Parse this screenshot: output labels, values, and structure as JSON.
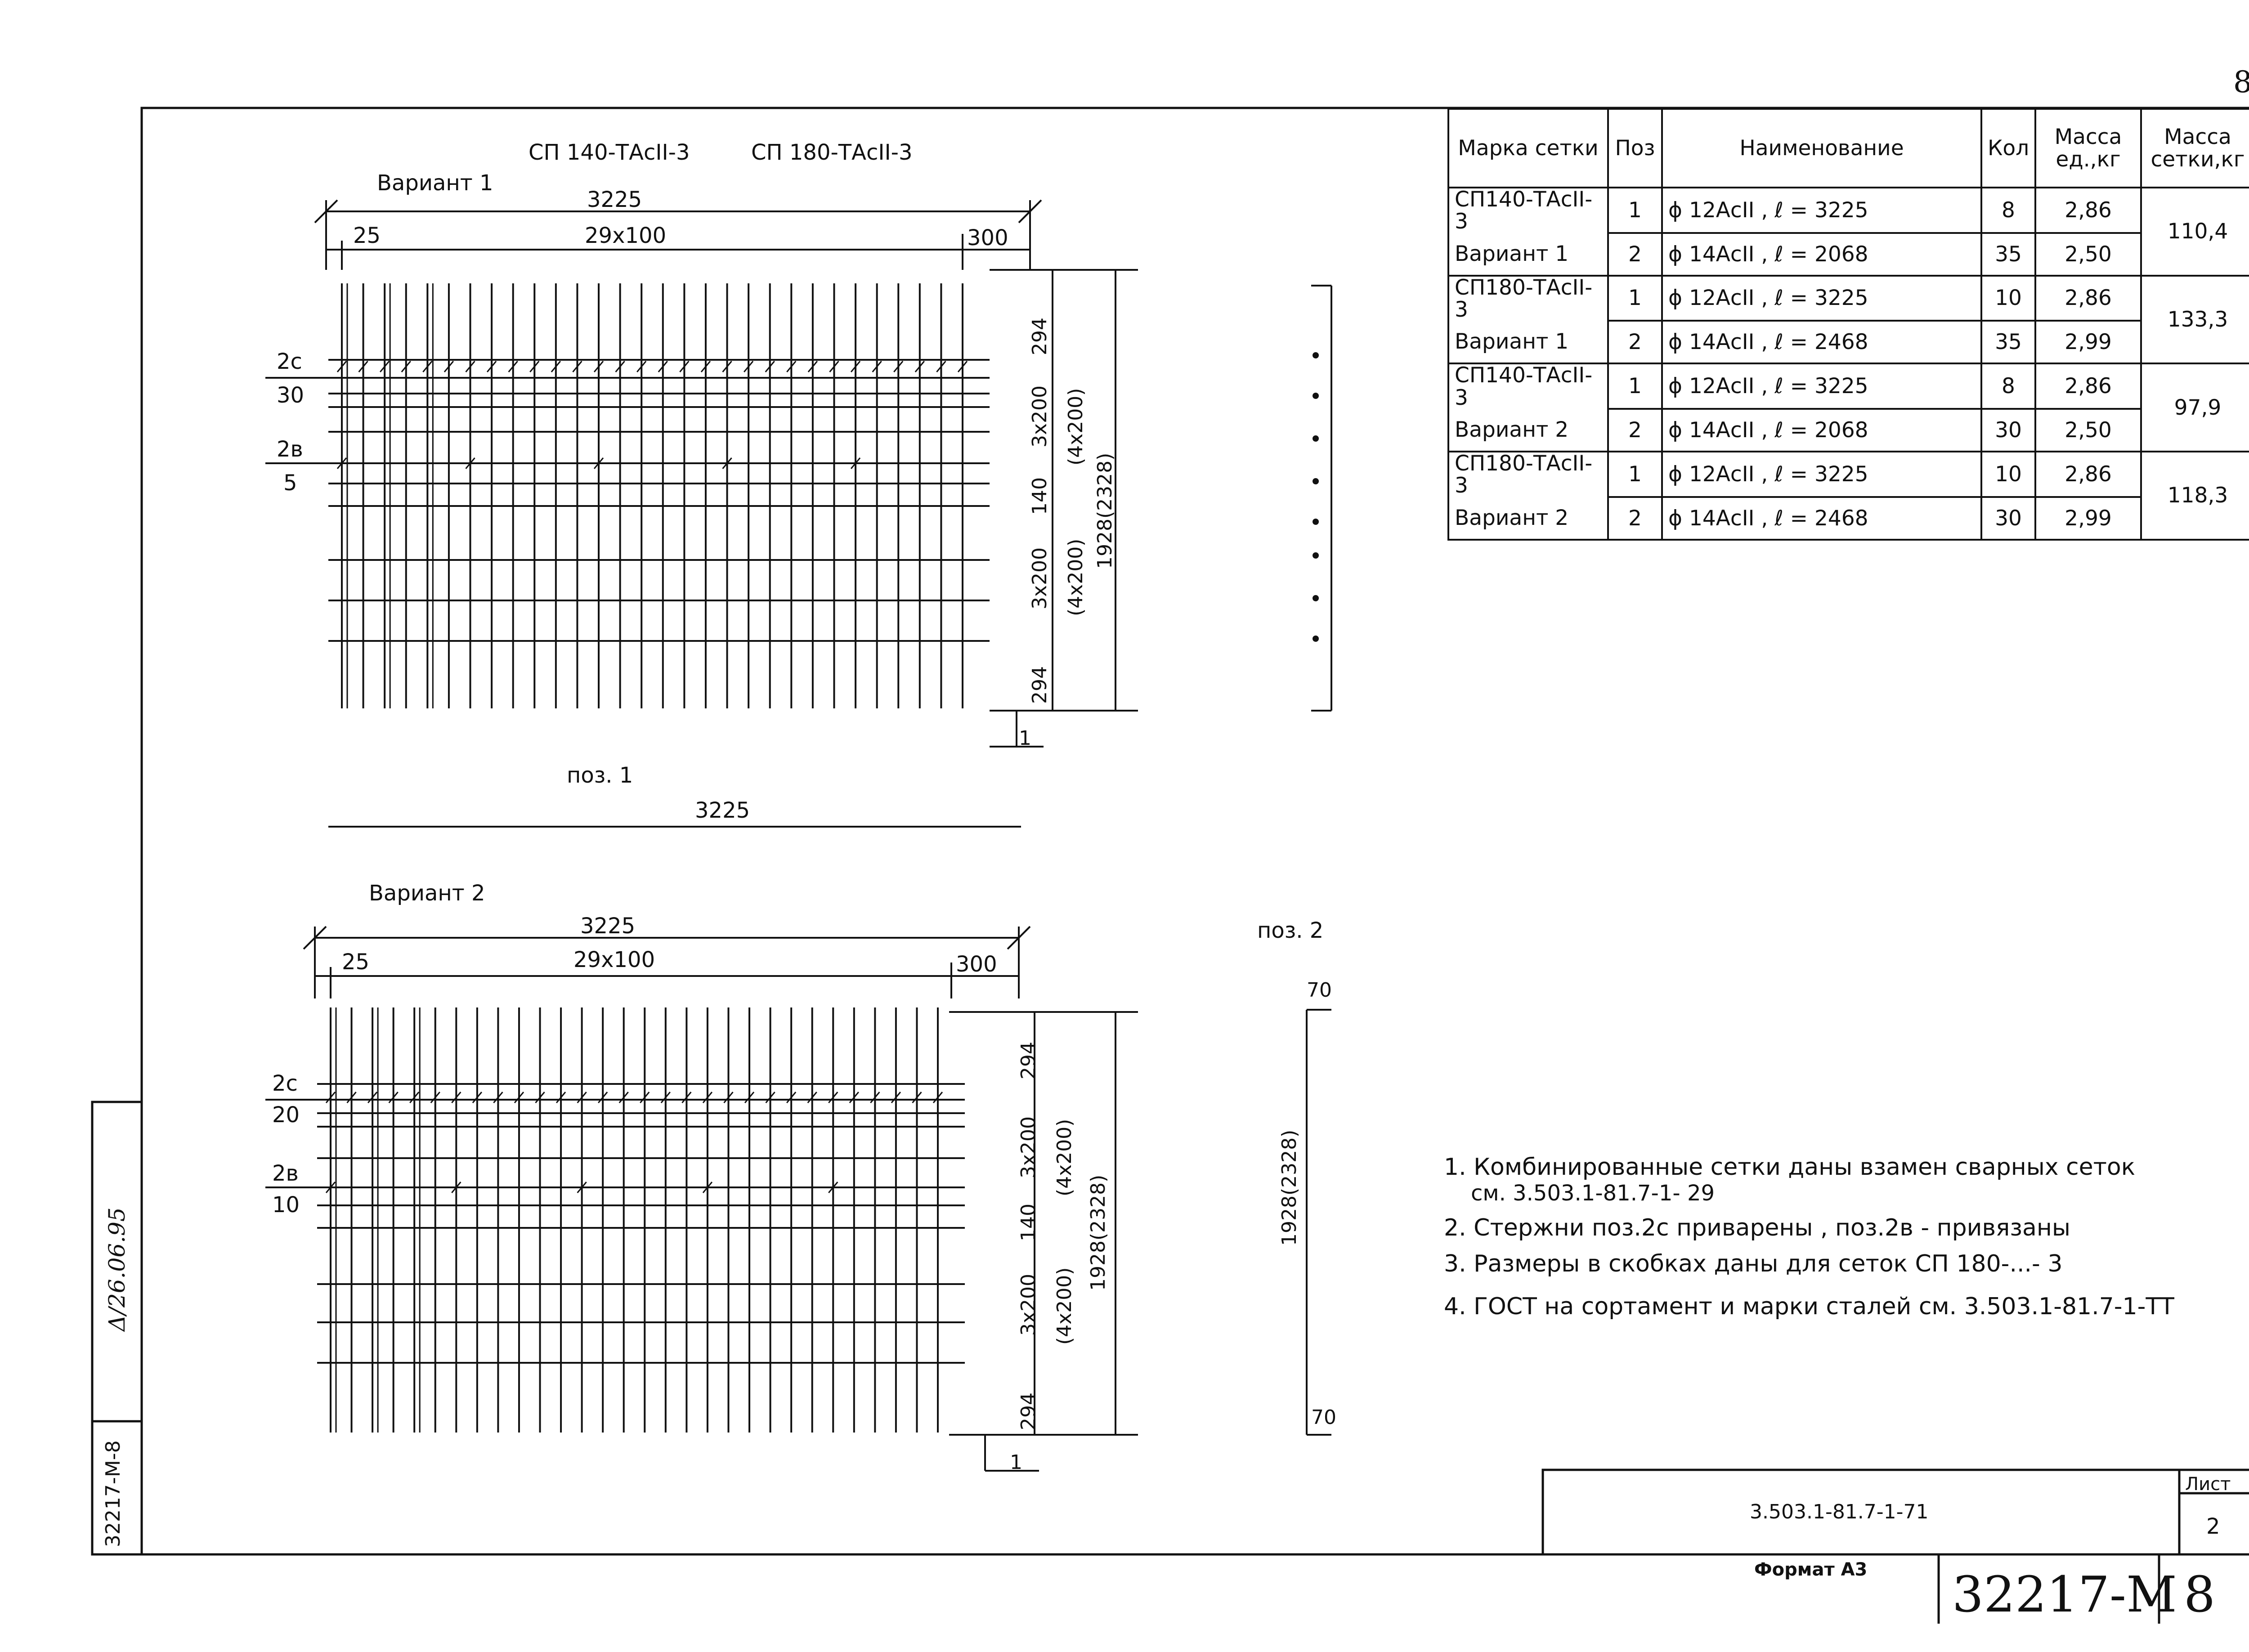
{
  "sheet": {
    "page_number": "8",
    "code": "3.503.1-81.7-1-71",
    "sheet_label": "Лист",
    "sheet_no": "2",
    "format": "Формат А3",
    "archive": "32217-М",
    "archive_page": "8",
    "side_stamp": "32217-М-8",
    "side_signature": "Δ/26.06.95"
  },
  "variant1": {
    "header_a": "СП 140-ТАсII-3",
    "header_b": "СП 180-ТАсII-3",
    "title": "Вариант 1",
    "dim_total": "3225",
    "dim_left": "25",
    "dim_pitch": "29х100",
    "dim_right": "300",
    "dim_top": "294",
    "dim_3x200_a": "3х200",
    "dim_140": "140",
    "dim_3x200_b": "3х200",
    "dim_bottom": "294",
    "dim_4x200_a": "(4х200)",
    "dim_4x200_b": "(4х200)",
    "dim_height": "1928(2328)",
    "label_2c": "2с",
    "label_2c_count": "30",
    "label_2b": "2в",
    "label_2b_count": "5",
    "pos_marker": "1"
  },
  "pos1": {
    "label": "поз. 1",
    "length": "3225"
  },
  "variant2": {
    "title": "Вариант 2",
    "dim_total": "3225",
    "dim_left": "25",
    "dim_pitch": "29х100",
    "dim_right": "300",
    "dim_top": "294",
    "dim_3x200_a": "3х200",
    "dim_140": "140",
    "dim_3x200_b": "3х200",
    "dim_bottom": "294",
    "dim_4x200_a": "(4х200)",
    "dim_4x200_b": "(4х200)",
    "dim_height": "1928(2328)",
    "label_2c": "2с",
    "label_2c_count": "20",
    "label_2b": "2в",
    "label_2b_count": "10",
    "pos_marker": "1"
  },
  "pos2": {
    "label": "поз. 2",
    "top": "70",
    "bottom": "70",
    "length": "1928(2328)"
  },
  "table": {
    "headers": [
      "Марка сетки",
      "Поз",
      "Наименование",
      "Кол",
      "Масса ед.,кг",
      "Масса сетки,кг"
    ],
    "groups": [
      {
        "mark_line1": "СП140-ТАсII-3",
        "mark_line2": "Вариант 1",
        "total": "110,4",
        "rows": [
          {
            "pos": "1",
            "name": "ϕ 12АсII , ℓ = 3225",
            "qty": "8",
            "unit": "2,86"
          },
          {
            "pos": "2",
            "name": "ϕ 14АсII , ℓ = 2068",
            "qty": "35",
            "unit": "2,50"
          }
        ]
      },
      {
        "mark_line1": "СП180-ТАсII-3",
        "mark_line2": "Вариант 1",
        "total": "133,3",
        "rows": [
          {
            "pos": "1",
            "name": "ϕ 12АсII , ℓ = 3225",
            "qty": "10",
            "unit": "2,86"
          },
          {
            "pos": "2",
            "name": "ϕ 14АсII , ℓ = 2468",
            "qty": "35",
            "unit": "2,99"
          }
        ]
      },
      {
        "mark_line1": "СП140-ТАсII-3",
        "mark_line2": "Вариант 2",
        "total": "97,9",
        "rows": [
          {
            "pos": "1",
            "name": "ϕ 12АсII , ℓ = 3225",
            "qty": "8",
            "unit": "2,86"
          },
          {
            "pos": "2",
            "name": "ϕ 14АсII , ℓ = 2068",
            "qty": "30",
            "unit": "2,50"
          }
        ]
      },
      {
        "mark_line1": "СП180-ТАсII-3",
        "mark_line2": "Вариант 2",
        "total": "118,3",
        "rows": [
          {
            "pos": "1",
            "name": "ϕ 12АсII , ℓ = 3225",
            "qty": "10",
            "unit": "2,86"
          },
          {
            "pos": "2",
            "name": "ϕ 14АсII , ℓ = 2468",
            "qty": "30",
            "unit": "2,99"
          }
        ]
      }
    ]
  },
  "notes": [
    "1. Комбинированные сетки даны взамен сварных сеток",
    "см. 3.503.1-81.7-1- 29",
    "2. Стержни поз.2с приварены , поз.2в - привязаны",
    "3. Размеры в скобках даны для сеток СП 180-...- 3",
    "4. ГОСТ на сортамент и марки сталей см. 3.503.1-81.7-1-ТТ"
  ],
  "colors": {
    "ink": "#111111",
    "paper": "#ffffff"
  }
}
